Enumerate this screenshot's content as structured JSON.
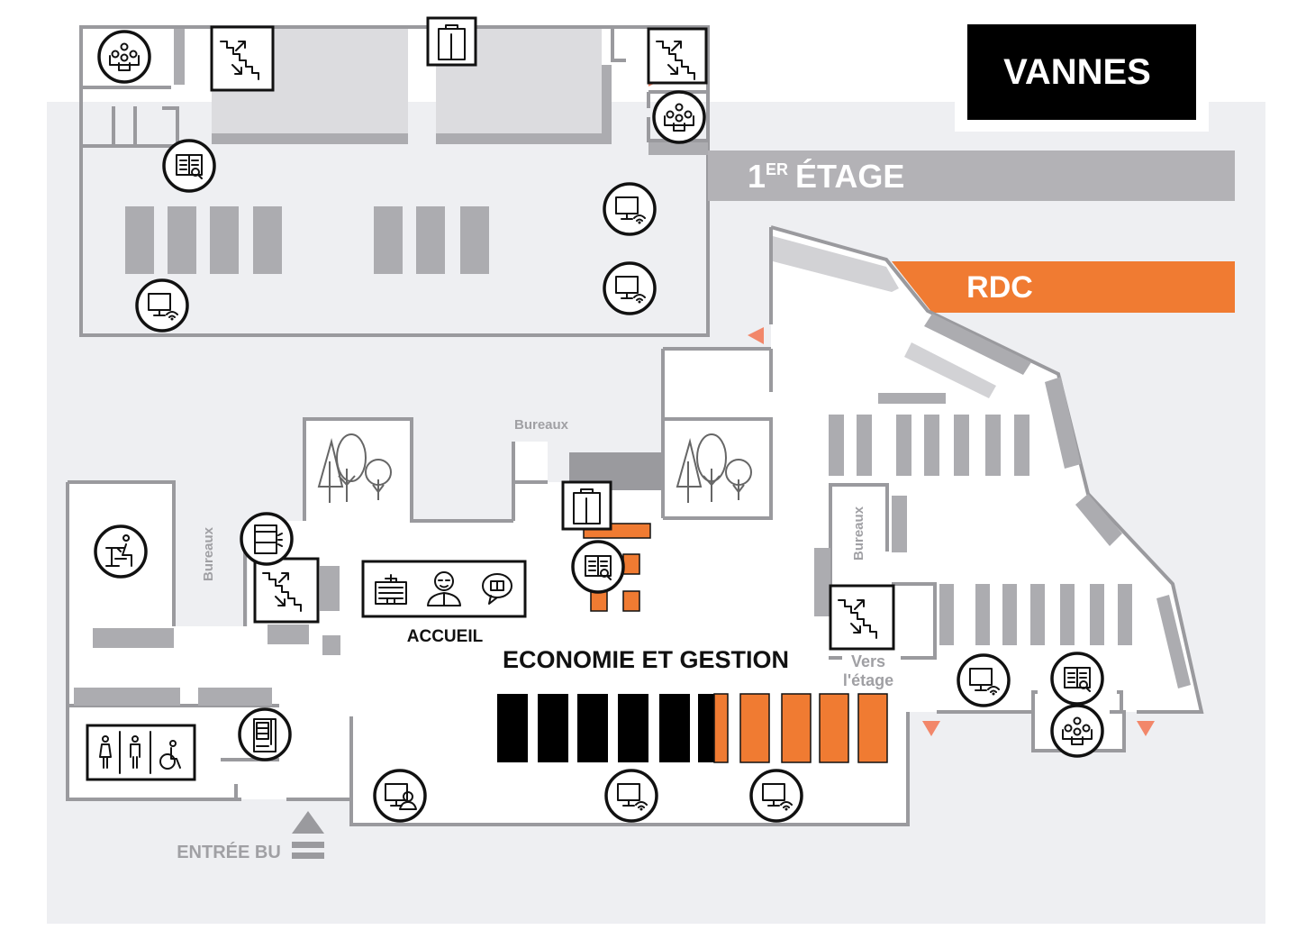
{
  "title": "VANNES",
  "floors": {
    "upper": {
      "label_number": "1",
      "label_sup": "ER",
      "label_text": "ÉTAGE"
    },
    "ground": {
      "label": "RDC"
    }
  },
  "labels": {
    "accueil": "ACCUEIL",
    "section": "ECONOMIE ET GESTION",
    "bureaux_top": "Bureaux",
    "bureaux_left": "Bureaux",
    "bureaux_right": "Bureaux",
    "vers_line1": "Vers",
    "vers_line2": "l'étage",
    "entrance": "ENTRÉE BU"
  },
  "colors": {
    "accent": "#f07b32",
    "title_bg": "#000000",
    "upper_floor_band": "#b3b2b6",
    "background": "#eeeff2",
    "shelves": "#acacb0",
    "arrows": "#f2876a"
  },
  "icons": [
    "group-work-icon",
    "stairs-icon",
    "elevator-icon",
    "catalog-search-icon",
    "computer-wifi-icon",
    "study-desk-icon",
    "copier-icon",
    "library-building-icon",
    "librarian-icon",
    "info-book-bubble-icon",
    "toilets-icon",
    "vending-machine-icon",
    "computer-assist-icon",
    "garden-icon"
  ]
}
